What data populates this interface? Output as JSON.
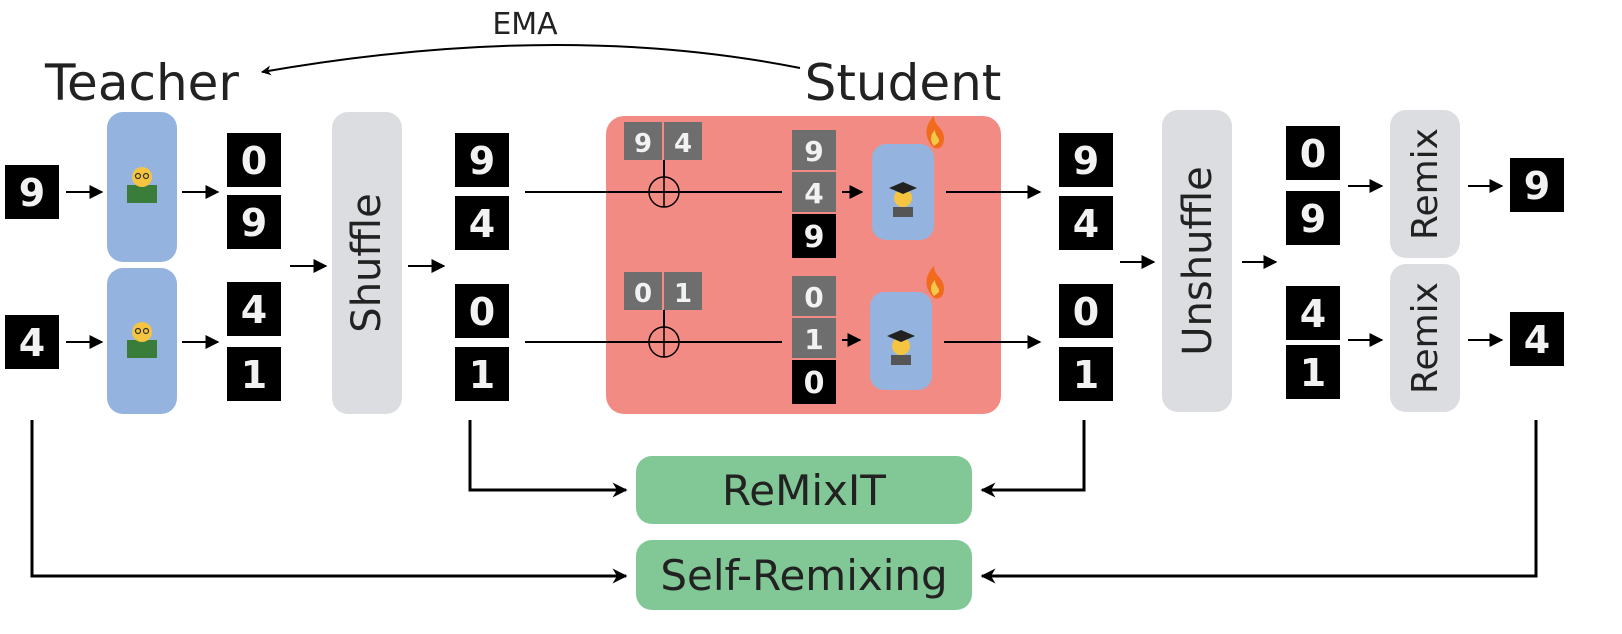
{
  "labels": {
    "ema": "EMA",
    "teacher": "Teacher",
    "student": "Student",
    "shuffle": "Shuffle",
    "unshuffle": "Unshuffle",
    "remix_top": "Remix",
    "remix_bottom": "Remix",
    "remixit": "ReMixIT",
    "self_remixing": "Self-Remixing"
  },
  "icons": {
    "teacher": "teacher-emoji",
    "student": "student-emoji",
    "fire": "fire-emoji",
    "sum": "circled-plus"
  },
  "colors": {
    "model_box": "#94b4df",
    "shuffle_box": "#dcdde0",
    "student_panel": "#f28b83",
    "output_box": "#82c896",
    "digit_tile": "#000000"
  }
}
